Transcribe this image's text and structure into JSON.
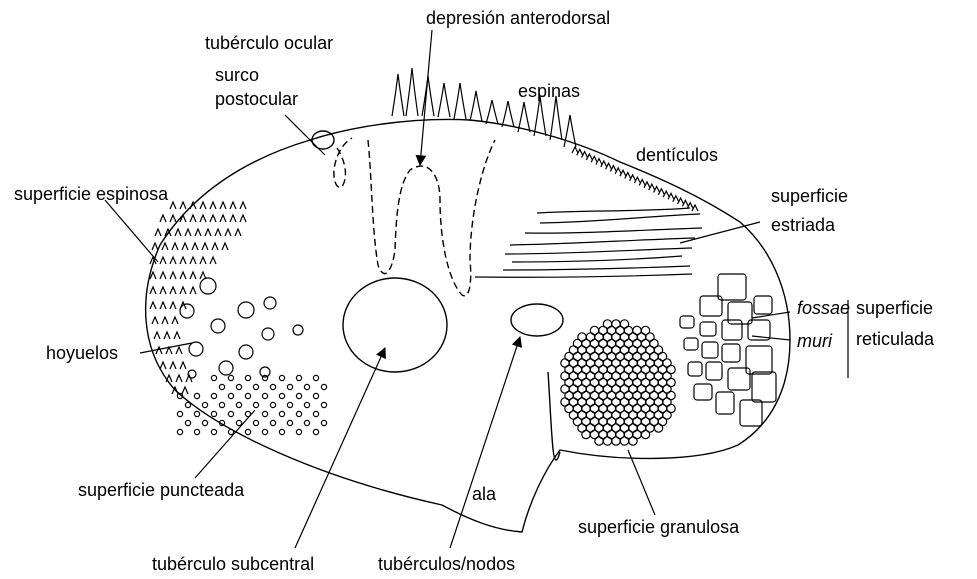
{
  "labels": {
    "tuberculo_ocular": "tubérculo ocular",
    "surco_line1": "surco",
    "surco_line2": "postocular",
    "depresion": "depresión anterodorsal",
    "espinas": "espinas",
    "denticulos": "dentículos",
    "superficie_espinosa": "superficie espinosa",
    "superficie_estriada_1": "superficie",
    "superficie_estriada_2": "estriada",
    "fossae": "fossae",
    "muri": "muri",
    "superficie_reticulada_1": "superficie",
    "superficie_reticulada_2": "reticulada",
    "hoyuelos": "hoyuelos",
    "superficie_puncteada": "superficie puncteada",
    "ala": "ala",
    "superficie_granulosa": "superficie granulosa",
    "tuberculo_subcentral": "tubérculo subcentral",
    "tuberculos_nodos": "tubérculos/nodos"
  },
  "colors": {
    "ink": "#000000",
    "background": "#ffffff"
  }
}
